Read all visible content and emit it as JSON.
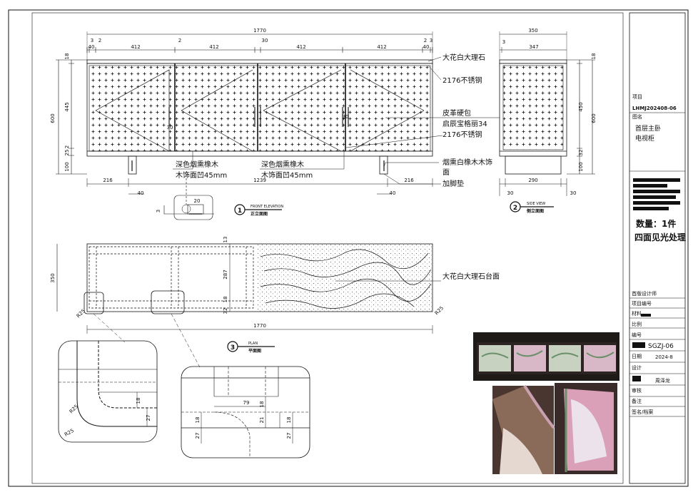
{
  "front": {
    "dims_top": {
      "overall": "1770",
      "a": "3",
      "b": "2",
      "c": "40",
      "d": "412",
      "e": "2",
      "f": "412",
      "g": "30",
      "h": "412",
      "i": "412",
      "j": "2",
      "k": "3",
      "l": "40"
    },
    "dims_left": {
      "overall": "600",
      "a": "18",
      "b": "445",
      "c": "2",
      "d": "25",
      "e": "100"
    },
    "dims_bottom": {
      "a": "216",
      "b": "1239",
      "c": "216",
      "d": "40",
      "e": "40"
    },
    "inner_dims": {
      "a": "30",
      "b": "30"
    },
    "labels": {
      "stone": "大花白大理石",
      "steel1": "2176不锈钢",
      "leather1": "皮革硬包",
      "leather2": "启辰宝格丽34",
      "steel2": "2176不锈钢",
      "oak1": "烟熏白橡木木饰",
      "oak2": "面",
      "foot": "加脚垫",
      "deep1a": "深色烟熏橡木",
      "deep1b": "木饰面凹45mm",
      "deep2a": "深色烟熏橡木",
      "deep2b": "木饰面凹45mm"
    },
    "detail": {
      "w": "20",
      "h": "3"
    },
    "tag": {
      "num": "1",
      "title": "FRONT ELEVATION",
      "sub": "正立面图"
    }
  },
  "side": {
    "dims_top": {
      "overall": "350",
      "a": "3",
      "b": "347"
    },
    "dims_right": {
      "overall": "600",
      "a": "18",
      "b": "450",
      "c": "32",
      "d": "100"
    },
    "dims_bottom": {
      "a": "30",
      "b": "290",
      "c": "30"
    },
    "tag": {
      "num": "2",
      "title": "SIDE VIEW",
      "sub": "侧立面图"
    }
  },
  "plan": {
    "dims": {
      "depth": "350",
      "a": "13",
      "b": "287",
      "c": "18",
      "d": "32",
      "overall": "1770",
      "r1": "R25",
      "r2": "R25"
    },
    "label": "大花白大理石台面",
    "tag": {
      "num": "3",
      "title": "PLAN",
      "sub": "平面图"
    }
  },
  "details": {
    "left": {
      "a": "18",
      "b": "27",
      "r1": "R25",
      "r2": "R25"
    },
    "right": {
      "a": "79",
      "b": "18",
      "c": "18",
      "d": "21",
      "e": "18",
      "f": "27",
      "g": "27"
    }
  },
  "title_block": {
    "project_lbl": "项目",
    "project_code": "LHMJ202408-06",
    "name_lbl": "图名",
    "name1": "首层主卧",
    "name2": "电视柜",
    "qty": "数量：1件",
    "finish": "四面见光处理",
    "row1": "首版设计师",
    "row2": "项目编号",
    "row3": "材料",
    "row4": "比例",
    "row5": "编号",
    "code": "SGZJ-06",
    "row6": "日期",
    "date": "2024-8",
    "row7": "设计",
    "designer": "周泽龙",
    "row8": "审核",
    "row9": "备注",
    "row10": "签名/档案"
  },
  "colors": {
    "line": "#111111",
    "photo_green": "#6b8f6a",
    "photo_pink": "#d9a0b8",
    "photo_dark": "#3a2a2a"
  }
}
